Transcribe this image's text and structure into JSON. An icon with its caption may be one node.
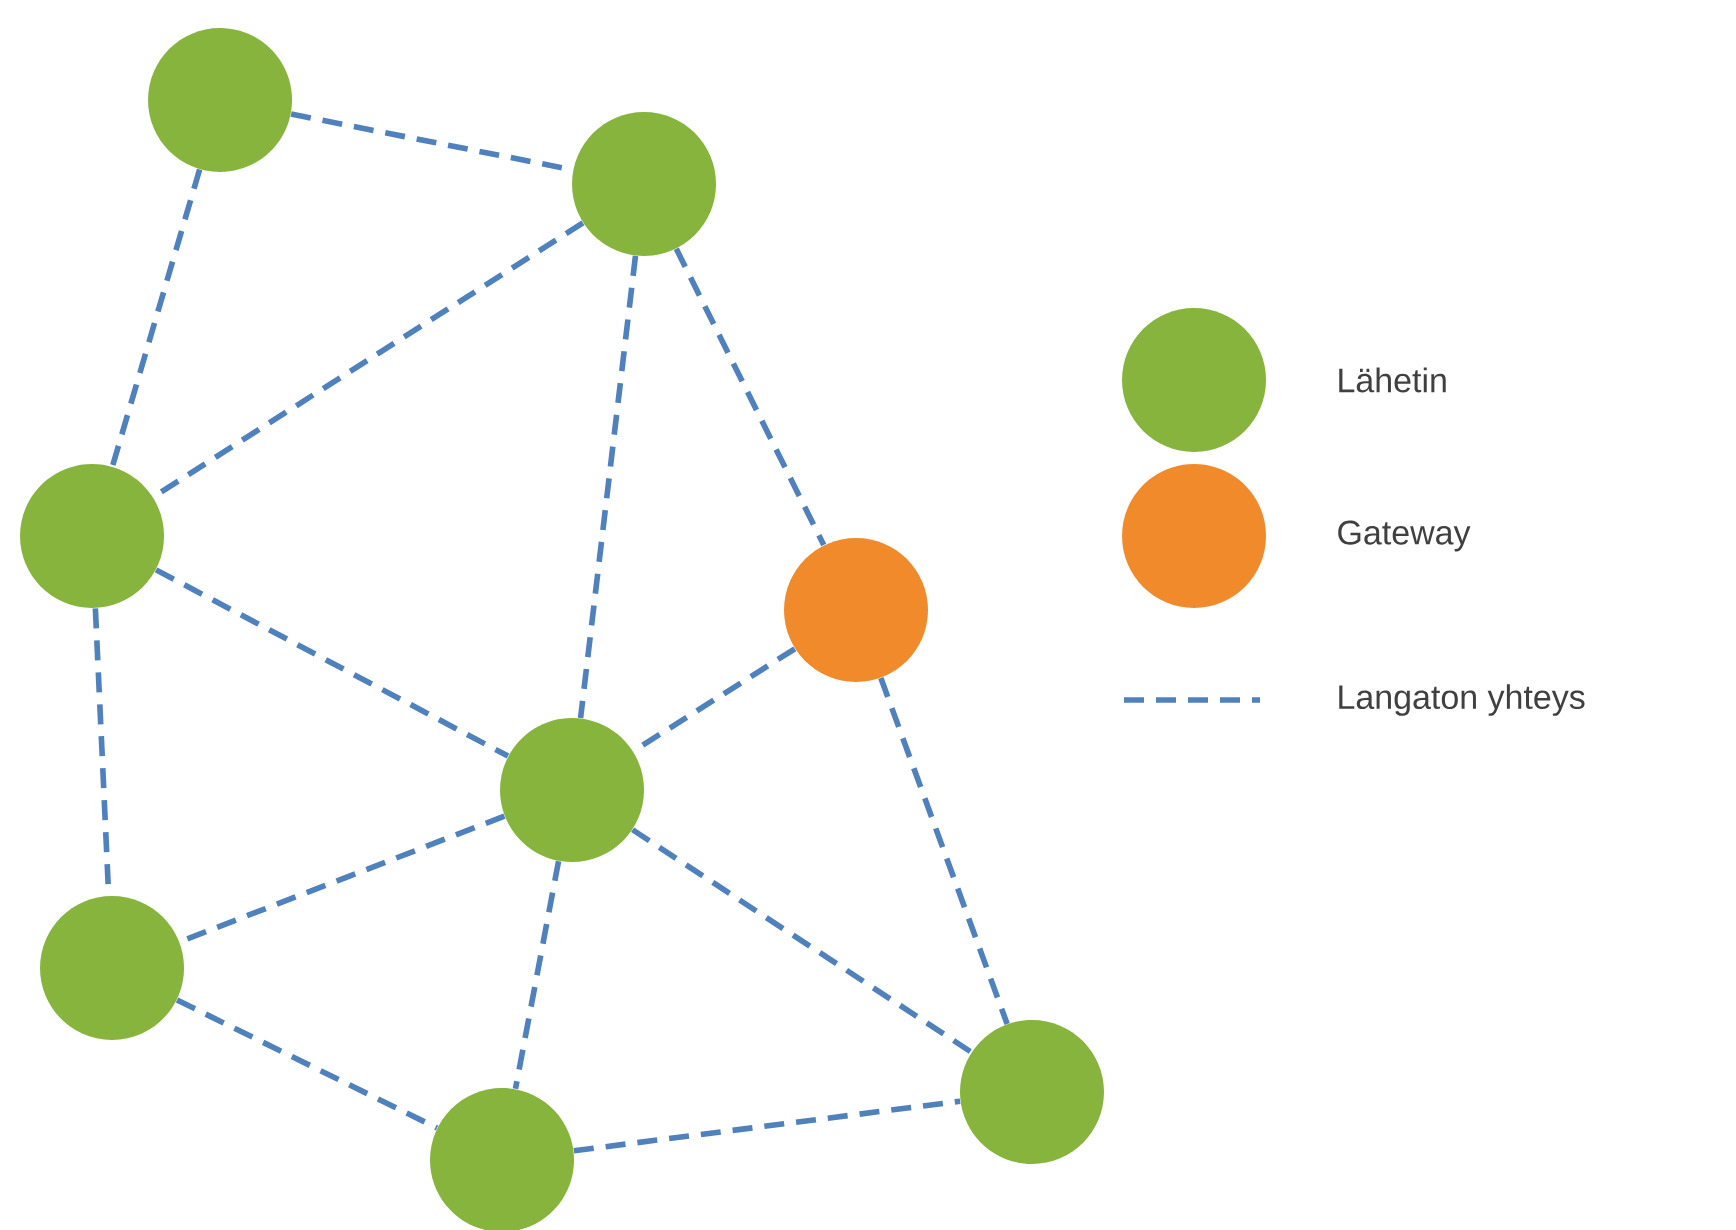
{
  "diagram": {
    "nodes": [
      {
        "text": [],
        "shape": "circle"
      },
      {
        "text": [],
        "shape": "circle"
      },
      {
        "text": [],
        "shape": "circle"
      },
      {
        "text": [],
        "shape": "circle"
      },
      {
        "text": [],
        "shape": "circle"
      },
      {
        "text": [],
        "shape": "circle"
      },
      {
        "text": [],
        "shape": "circle"
      },
      {
        "text": [],
        "shape": "circle"
      }
    ],
    "edges": [
      {
        "from": 0,
        "to": 1,
        "arrow": "none",
        "style": "dashed"
      },
      {
        "from": 0,
        "to": 2,
        "arrow": "none",
        "style": "dashed"
      },
      {
        "from": 1,
        "to": 2,
        "arrow": "none",
        "style": "dashed"
      },
      {
        "from": 1,
        "to": 4,
        "arrow": "none",
        "style": "dashed"
      },
      {
        "from": 1,
        "to": 3,
        "arrow": "none",
        "style": "dashed"
      },
      {
        "from": 2,
        "to": 4,
        "arrow": "none",
        "style": "dashed"
      },
      {
        "from": 2,
        "to": 5,
        "arrow": "none",
        "style": "dashed"
      },
      {
        "from": 3,
        "to": 4,
        "arrow": "none",
        "style": "dashed"
      },
      {
        "from": 3,
        "to": 6,
        "arrow": "none",
        "style": "dashed"
      },
      {
        "from": 4,
        "to": 5,
        "arrow": "none",
        "style": "dashed"
      },
      {
        "from": 4,
        "to": 6,
        "arrow": "none",
        "style": "dashed"
      },
      {
        "from": 4,
        "to": 7,
        "arrow": "none",
        "style": "dashed"
      },
      {
        "from": 5,
        "to": 7,
        "arrow": "none",
        "style": "dashed"
      },
      {
        "from": 7,
        "to": 6,
        "arrow": "none",
        "style": "dashed"
      }
    ],
    "legend": [
      {
        "text": "Lähetin",
        "color": "#86b43c"
      },
      {
        "text": "Gateway",
        "color": "#f08a2a"
      },
      {
        "text": "Langaton yhteys"
      }
    ]
  }
}
